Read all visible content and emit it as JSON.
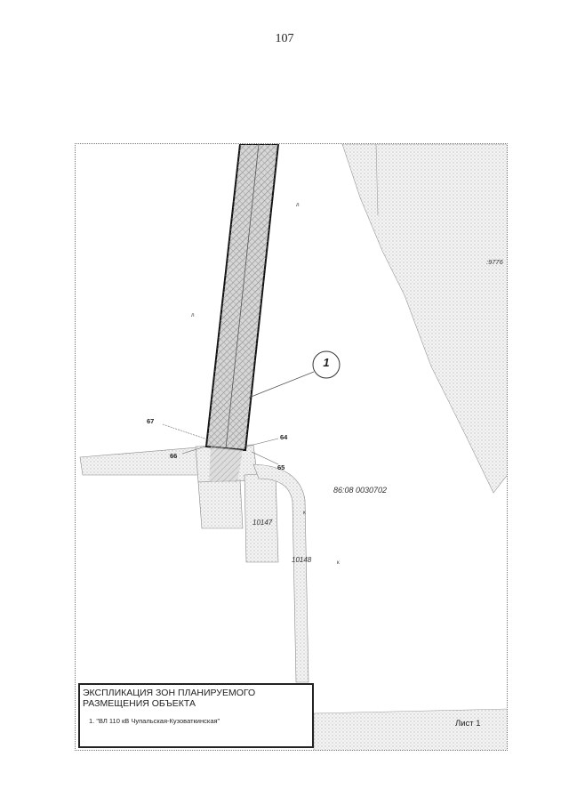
{
  "page_number": "107",
  "map": {
    "callout_number": "1",
    "points": [
      "67",
      "66",
      "64",
      "65"
    ],
    "parcels": {
      "cadastral_block": "86:08 0030702",
      "parcel_a": "10147",
      "parcel_b": "10148",
      "edge_label": ":9776"
    }
  },
  "legend": {
    "title": "ЭКСПЛИКАЦИЯ ЗОН ПЛАНИРУЕМОГО РАЗМЕЩЕНИЯ ОБЪЕКТА",
    "item": "1. \"ВЛ 110 кВ Чупальская-Кузоваткинская\""
  },
  "sheet": "Лист 1",
  "colors": {
    "corridor_outline": "#111111",
    "hatch": "#8a8a8a",
    "parcel_dots": "#b5b5b5"
  }
}
